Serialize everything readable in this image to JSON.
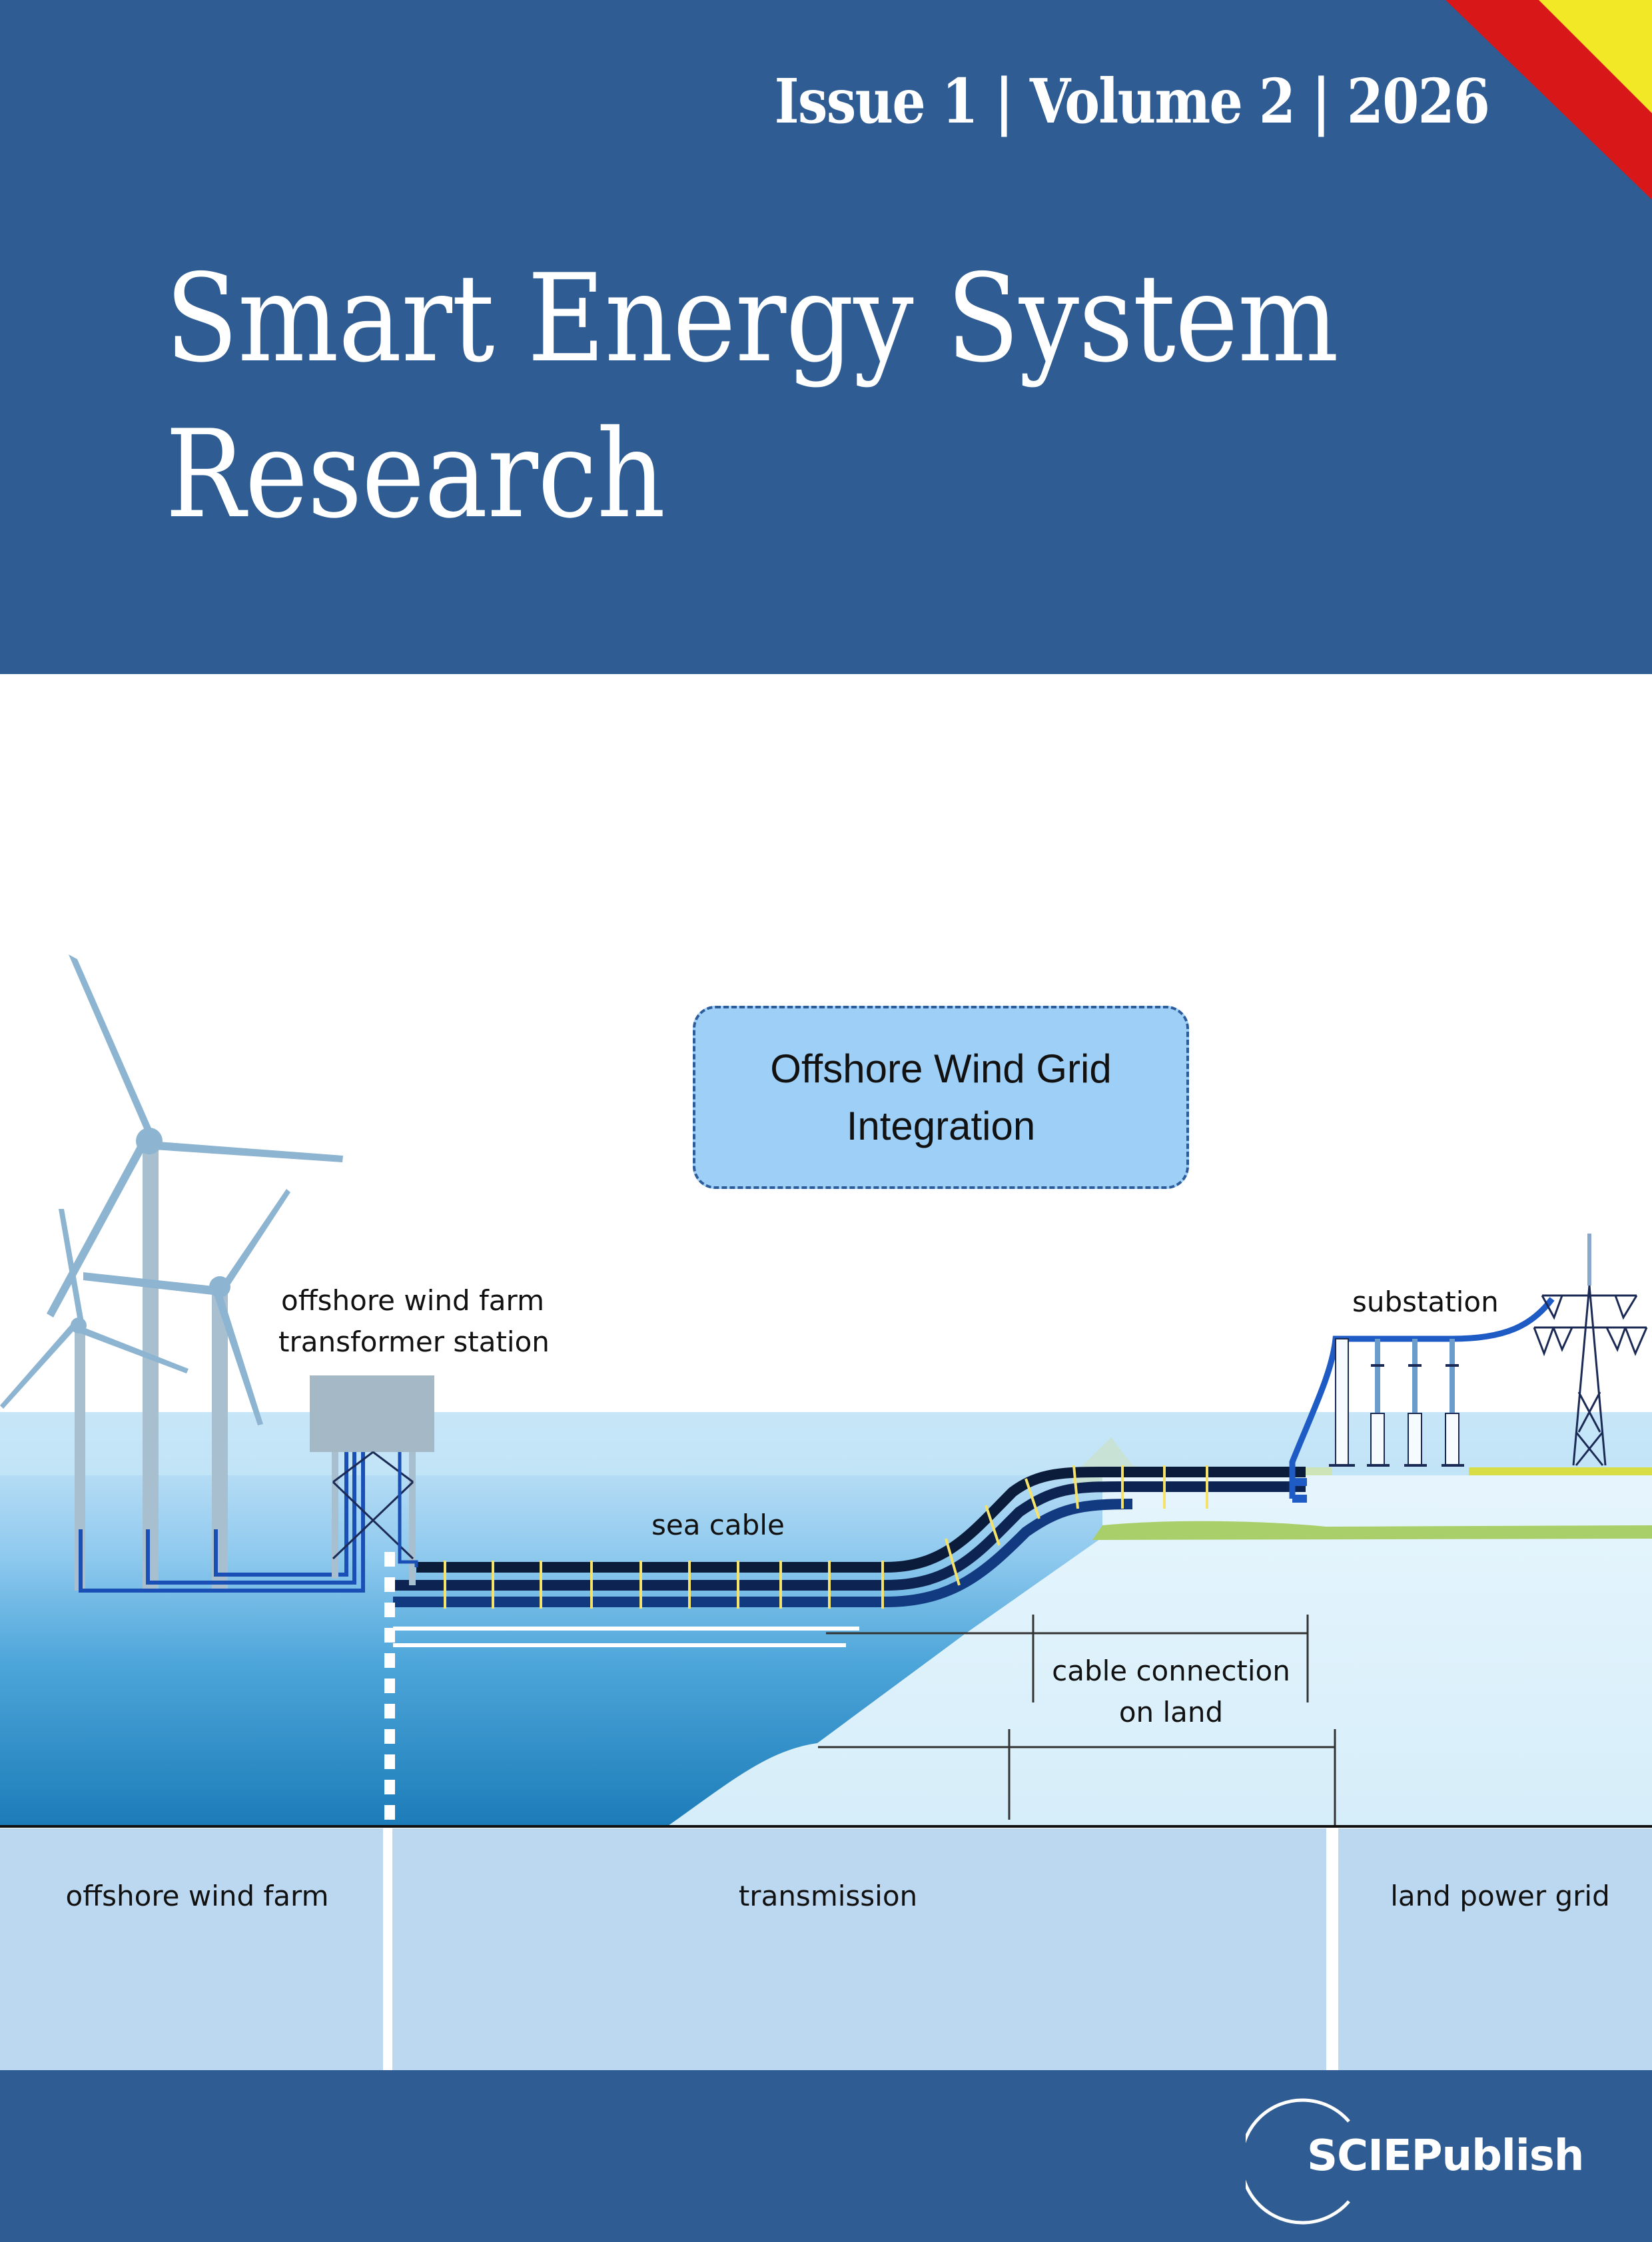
{
  "cover": {
    "issue_line": "Issue 1 | Volume 2 | 2026",
    "title_line_1": "Smart Energy System",
    "title_line_2": "Research",
    "colors": {
      "header_blue": "#2e5c93",
      "stripe_red": "#d71718",
      "stripe_yellow": "#f2e826",
      "footer_blue": "#2e5c93"
    }
  },
  "illustration": {
    "box_title_line_1": "Offshore Wind Grid",
    "box_title_line_2": "Integration",
    "labels": {
      "transformer_line_1": "offshore wind farm",
      "transformer_line_2": "transformer station",
      "substation": "substation",
      "sea_cable": "sea cable",
      "cable_connection_line_1": "cable connection",
      "cable_connection_line_2": "on land"
    },
    "bands": [
      {
        "label": "offshore wind farm"
      },
      {
        "label": "transmission"
      },
      {
        "label": "land power grid"
      }
    ],
    "icons": [
      "wind-turbine-icon",
      "transformer-station-icon",
      "sea-cable-icon",
      "substation-icon",
      "power-pylon-icon"
    ]
  },
  "footer": {
    "publisher": "SCIEPublish"
  }
}
